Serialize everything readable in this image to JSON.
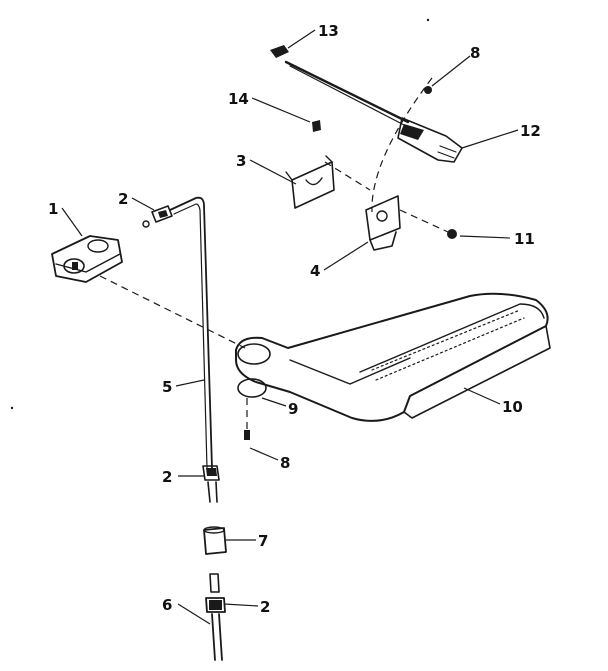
{
  "diagram": {
    "parts": [
      {
        "id": "part-1",
        "number": "1"
      },
      {
        "id": "part-2a",
        "number": "2"
      },
      {
        "id": "part-2b",
        "number": "2"
      },
      {
        "id": "part-2c",
        "number": "2"
      },
      {
        "id": "part-3",
        "number": "3"
      },
      {
        "id": "part-4",
        "number": "4"
      },
      {
        "id": "part-5",
        "number": "5"
      },
      {
        "id": "part-6",
        "number": "6"
      },
      {
        "id": "part-7",
        "number": "7"
      },
      {
        "id": "part-8a",
        "number": "8"
      },
      {
        "id": "part-8b",
        "number": "8"
      },
      {
        "id": "part-9",
        "number": "9"
      },
      {
        "id": "part-10",
        "number": "10"
      },
      {
        "id": "part-11",
        "number": "11"
      },
      {
        "id": "part-12",
        "number": "12"
      },
      {
        "id": "part-13",
        "number": "13"
      },
      {
        "id": "part-14",
        "number": "14"
      }
    ]
  }
}
